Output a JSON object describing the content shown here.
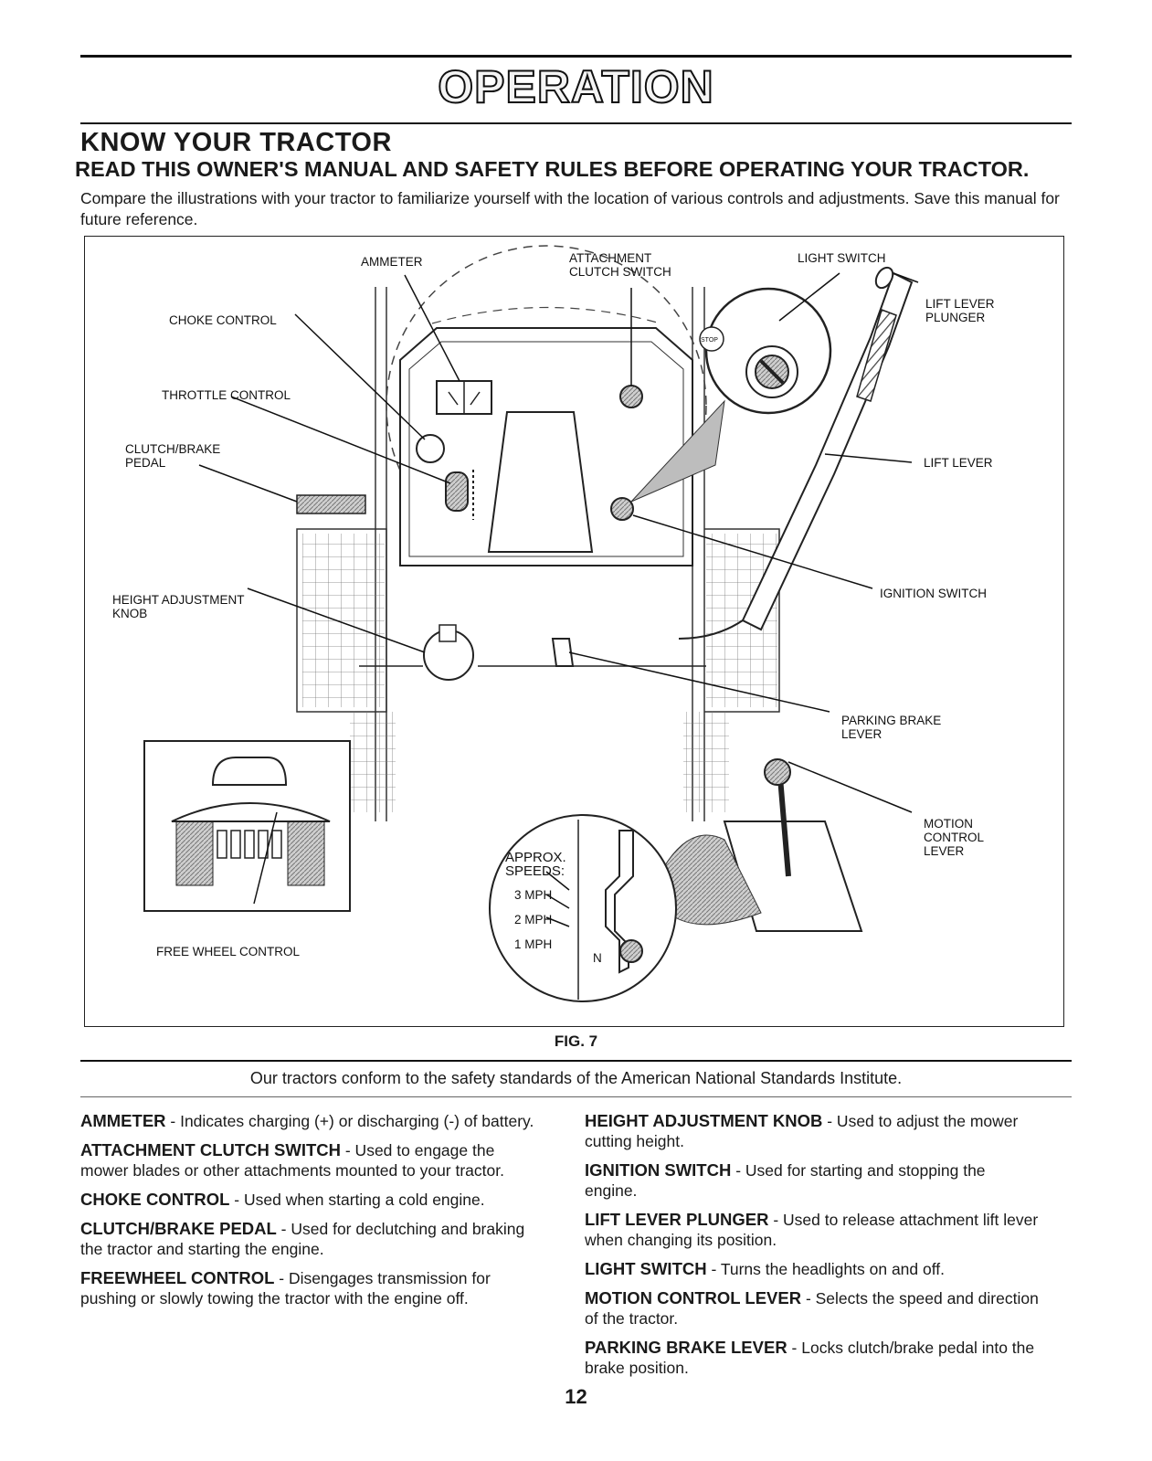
{
  "header": {
    "title": "OPERATION",
    "section_title": "KNOW YOUR TRACTOR",
    "warning": "READ THIS OWNER'S MANUAL AND SAFETY RULES BEFORE OPERATING YOUR TRACTOR.",
    "intro": "Compare the illustrations with your tractor to familiarize yourself with the location of various controls and adjustments. Save this manual for future reference."
  },
  "figure": {
    "caption": "FIG. 7",
    "callouts": {
      "ammeter": "AMMETER",
      "attachment_clutch_switch": "ATTACHMENT\nCLUTCH SWITCH",
      "light_switch": "LIGHT SWITCH",
      "choke_control": "CHOKE CONTROL",
      "lift_lever_plunger": "LIFT LEVER\nPLUNGER",
      "throttle_control": "THROTTLE CONTROL",
      "clutch_brake_pedal": "CLUTCH/BRAKE\nPEDAL",
      "lift_lever": "LIFT LEVER",
      "height_adjustment_knob": "HEIGHT ADJUSTMENT\nKNOB",
      "ignition_switch": "IGNITION SWITCH",
      "parking_brake_lever": "PARKING BRAKE\nLEVER",
      "motion_control_lever": "MOTION\nCONTROL\nLEVER",
      "free_wheel_control": "FREE WHEEL CONTROL",
      "approx_speeds": "APPROX.\nSPEEDS:",
      "speed_3": "3 MPH",
      "speed_2": "2 MPH",
      "speed_1": "1 MPH",
      "neutral": "N",
      "stop_label": "STOP"
    }
  },
  "note": "Our tractors conform to the safety standards of the American National Standards Institute.",
  "definitions_left": [
    {
      "term": "AMMETER",
      "text": " - Indicates charging (+) or discharging (-) of battery."
    },
    {
      "term": "ATTACHMENT CLUTCH SWITCH",
      "text": " - Used to engage the mower blades or other attachments mounted to your tractor."
    },
    {
      "term": "CHOKE CONTROL",
      "text": " - Used when starting a cold engine."
    },
    {
      "term": "CLUTCH/BRAKE PEDAL",
      "text": " - Used for declutching and braking the tractor and starting the engine."
    },
    {
      "term": "FREEWHEEL CONTROL",
      "text": " - Disengages transmission for pushing or slowly towing the tractor with the engine off."
    }
  ],
  "definitions_right": [
    {
      "term": "HEIGHT ADJUSTMENT KNOB",
      "text": " - Used to adjust the mower cutting height."
    },
    {
      "term": "IGNITION SWITCH",
      "text": " - Used for starting and stopping the engine."
    },
    {
      "term": "LIFT LEVER PLUNGER",
      "text": " - Used to release attachment lift lever when changing its position."
    },
    {
      "term": "LIGHT SWITCH",
      "text": " - Turns the headlights on and off."
    },
    {
      "term": "MOTION CONTROL LEVER",
      "text": " - Selects the speed and direction of the tractor."
    },
    {
      "term": "PARKING BRAKE LEVER",
      "text": " - Locks clutch/brake pedal into the brake position."
    }
  ],
  "page_number": "12"
}
